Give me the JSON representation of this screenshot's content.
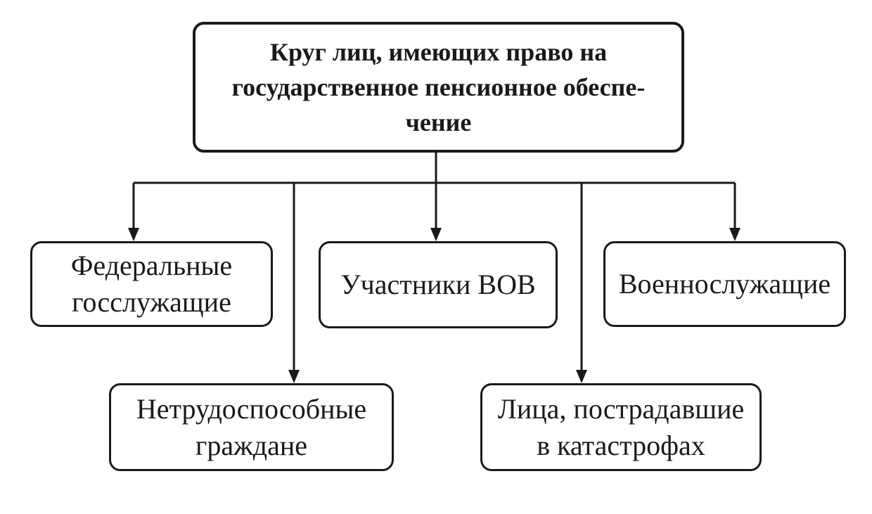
{
  "diagram": {
    "title": "Круг лиц, имеющих право на государственное пенсионное обеспечение",
    "root": {
      "label": "Круг лиц, имеющих право на государственное пенсионное обеспечение",
      "lines": [
        "Круг лиц, имеющих право на",
        "государственное пенсионное обеспе-",
        "чение"
      ]
    },
    "children": [
      {
        "id": "federal-civil-servants",
        "label": "Федеральные госслужащие",
        "lines": [
          "Федеральные",
          "госслужащие"
        ]
      },
      {
        "id": "wwii-participants",
        "label": "Участники ВОВ",
        "lines": [
          "Участники ВОВ"
        ]
      },
      {
        "id": "military-personnel",
        "label": "Военнослужащие",
        "lines": [
          "Военнослужащие"
        ]
      },
      {
        "id": "disabled-citizens",
        "label": "Нетрудоспособные граждане",
        "lines": [
          "Нетрудоспособные",
          "граждане"
        ]
      },
      {
        "id": "disaster-victims",
        "label": "Лица, пострадавшие в катастрофах",
        "lines": [
          "Лица, пострадавшие",
          "в катастрофах"
        ]
      }
    ]
  },
  "colors": {
    "ink": "#1a1a1a",
    "paper": "#ffffff"
  }
}
